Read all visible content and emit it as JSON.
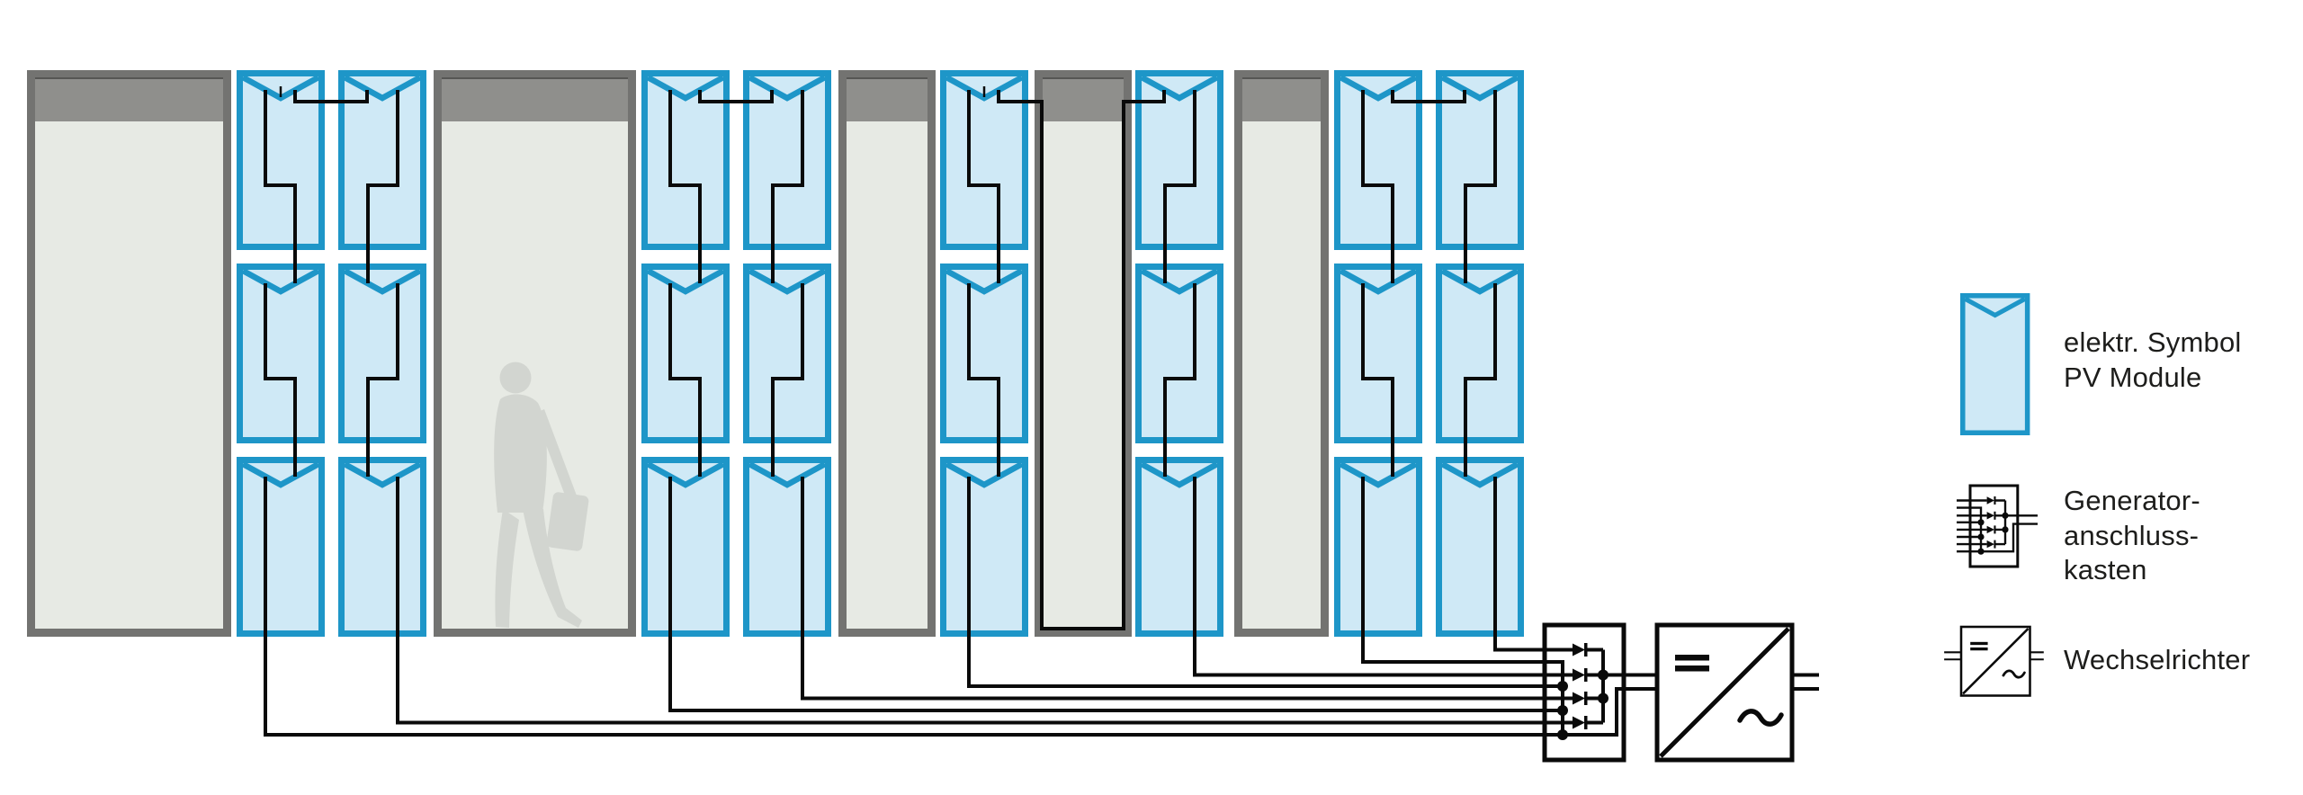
{
  "page": {
    "kind": "pv-facade-string-wiring-diagram",
    "background": "#ffffff"
  },
  "legend": {
    "items": [
      {
        "name": "pv-module",
        "lines": [
          "elektr. Symbol",
          "PV Module"
        ]
      },
      {
        "name": "generator-anschlusskasten",
        "lines": [
          "Generator-",
          "anschluss-",
          "kasten"
        ]
      },
      {
        "name": "wechselrichter",
        "lines": [
          "Wechselrichter"
        ]
      }
    ]
  },
  "diagram": {
    "module_rows": 3,
    "module_columns": 8,
    "modules_total": 24,
    "strings": 4,
    "string_diodes": 4,
    "junction_box_inputs": 8,
    "facade_panels": 5,
    "inverter_symbols": {
      "dc_side": "=",
      "ac_side": "~"
    }
  },
  "colors": {
    "module_fill": "#cfe9f6",
    "module_stroke": "#1e96c8",
    "wire": "#0a0a0a",
    "facade_frame": "#737371",
    "facade_frame_dark": "#565654",
    "facade_band": "#8f8f8c",
    "facade_glass": "#e7eae4",
    "silhouette": "#d2d5d0",
    "text": "#1d1d1b",
    "background": "#ffffff"
  }
}
